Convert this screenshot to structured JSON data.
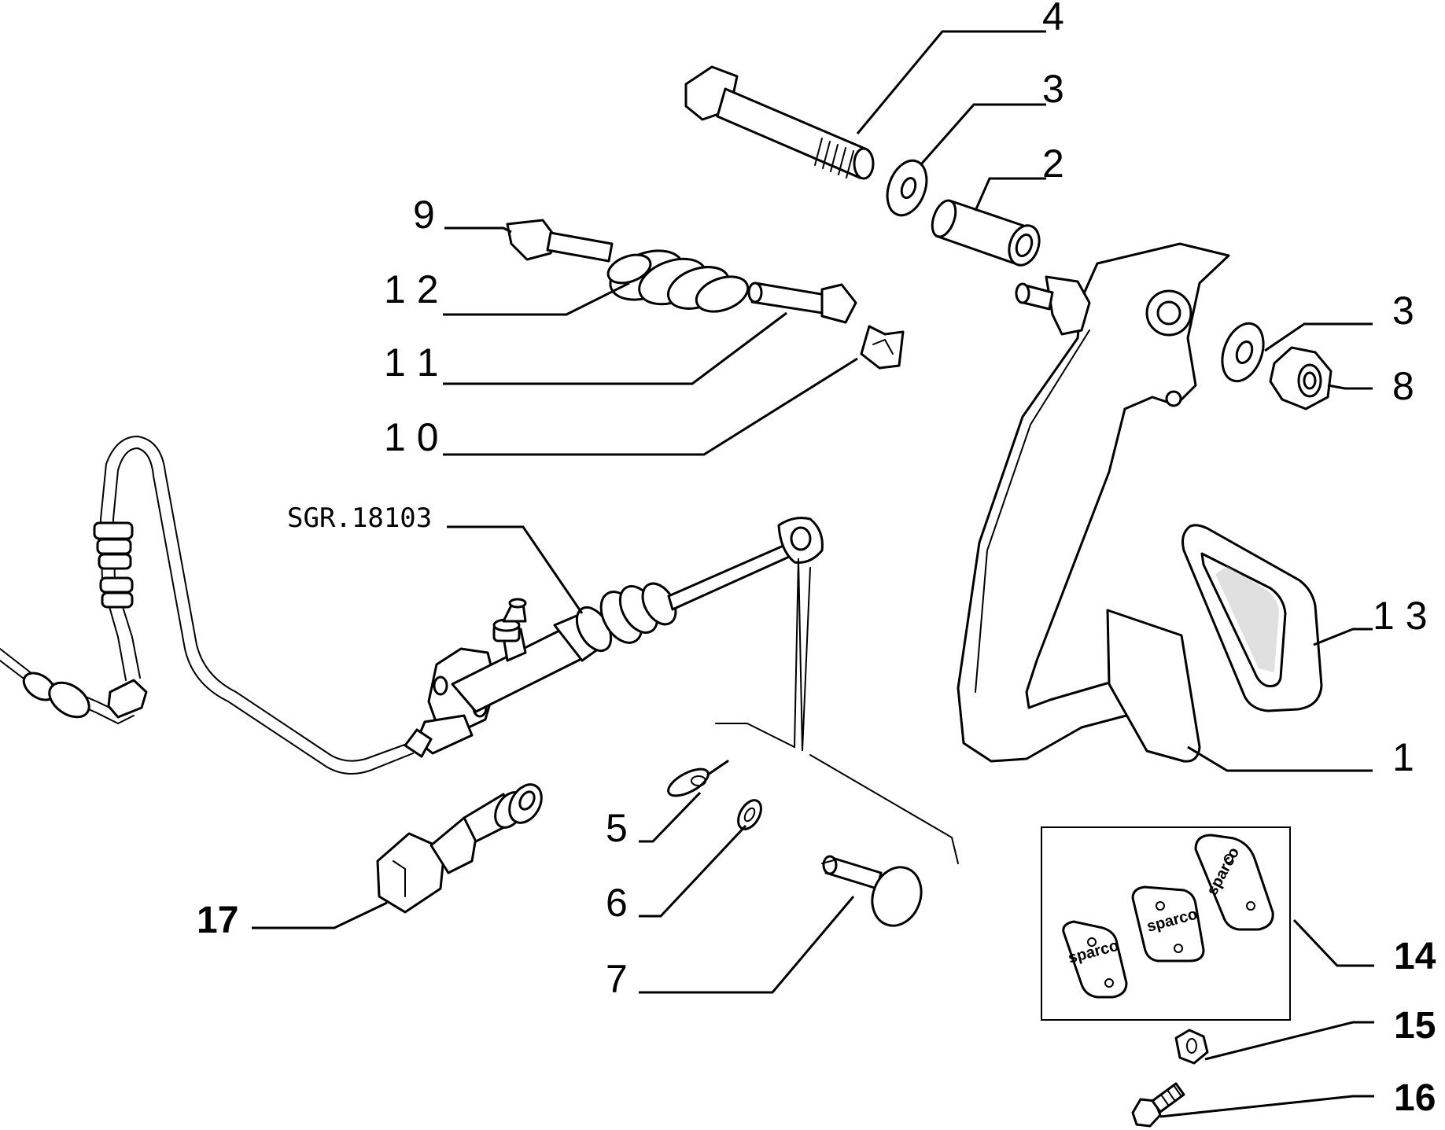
{
  "callouts": {
    "c4": "4",
    "c3_top": "3",
    "c2": "2",
    "c9": "9",
    "c12": "1 2",
    "c11": "1 1",
    "c10": "1 0",
    "c3_right": "3",
    "c8": "8",
    "c13": "1 3",
    "c1": "1",
    "ref_sgr": "SGR.18103",
    "c5": "5",
    "c6": "6",
    "c7": "7",
    "c17": "17",
    "c14": "14",
    "c15": "15",
    "c16": "16"
  },
  "pad_brand": "sparco"
}
